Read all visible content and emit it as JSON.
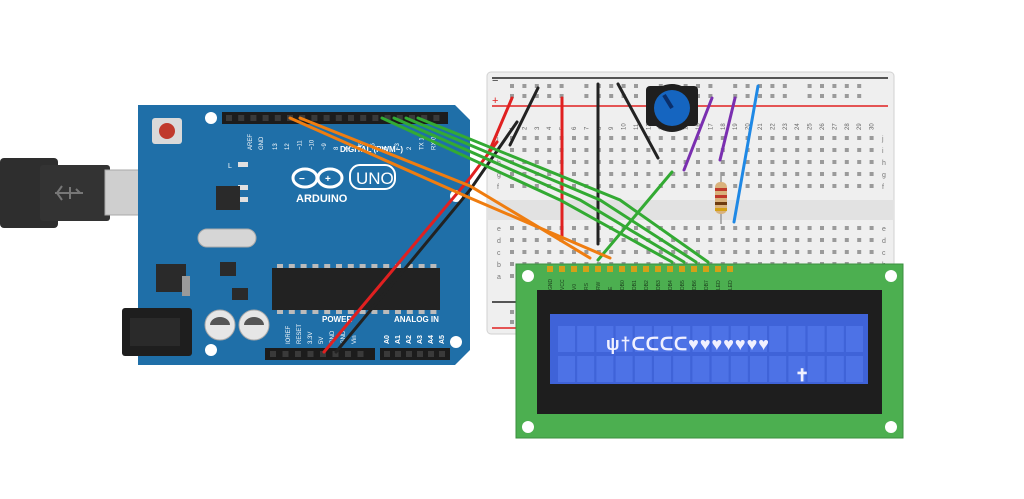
{
  "arduino": {
    "logo_text": "ARDUINO",
    "model_text": "UNO",
    "digital_header": "DIGITAL (PWM~)",
    "power_header": "POWER",
    "analog_header": "ANALOG IN",
    "label_l": "L",
    "label_tx": "TX",
    "label_rx": "RX",
    "label_aref": "AREF",
    "label_gnd": "GND",
    "digital_pins": [
      "13",
      "12",
      "~11",
      "~10",
      "~9",
      "8",
      "7",
      "~6",
      "~5",
      "4",
      "~3",
      "2",
      "TX 1",
      "RX 0"
    ],
    "power_pins": [
      "IOREF",
      "RESET",
      "3.3V",
      "5V",
      "GND",
      "GND",
      "Vin"
    ],
    "analog_pins": [
      "A0",
      "A1",
      "A2",
      "A3",
      "A4",
      "A5"
    ],
    "icons": {
      "usb": "usb-icon",
      "reset": "reset-button-icon"
    }
  },
  "breadboard": {
    "row_letters_top": [
      "j",
      "i",
      "h",
      "g",
      "f"
    ],
    "row_letters_bottom": [
      "e",
      "d",
      "c",
      "b",
      "a"
    ],
    "column_numbers": [
      "1",
      "2",
      "3",
      "4",
      "5",
      "6",
      "7",
      "8",
      "9",
      "10",
      "11",
      "12",
      "13",
      "14",
      "15",
      "16",
      "17",
      "18",
      "19",
      "20",
      "21",
      "22",
      "23",
      "24",
      "25",
      "26",
      "27",
      "28",
      "29",
      "30"
    ],
    "rail_plus": "+",
    "rail_minus": "−"
  },
  "lcd": {
    "pin_labels": [
      "GND",
      "VCC",
      "V0",
      "RS",
      "RW",
      "E",
      "DB0",
      "DB1",
      "DB2",
      "DB3",
      "DB4",
      "DB5",
      "DB6",
      "DB7",
      "LED",
      "LED"
    ],
    "line1": "ψ†ᑕᑕᑕᑕ♥♥♥♥♥♥♥",
    "line2": "✝",
    "backlight_color": "#3f63d8"
  },
  "colors": {
    "board": "#1f6fa8",
    "lcd_pcb": "#4caf50",
    "wire_red": "#e02020",
    "wire_black": "#222222",
    "wire_orange": "#ef7d10",
    "wire_green": "#33aa33",
    "wire_purple": "#7a2fb0",
    "wire_blue": "#1e88e5"
  }
}
